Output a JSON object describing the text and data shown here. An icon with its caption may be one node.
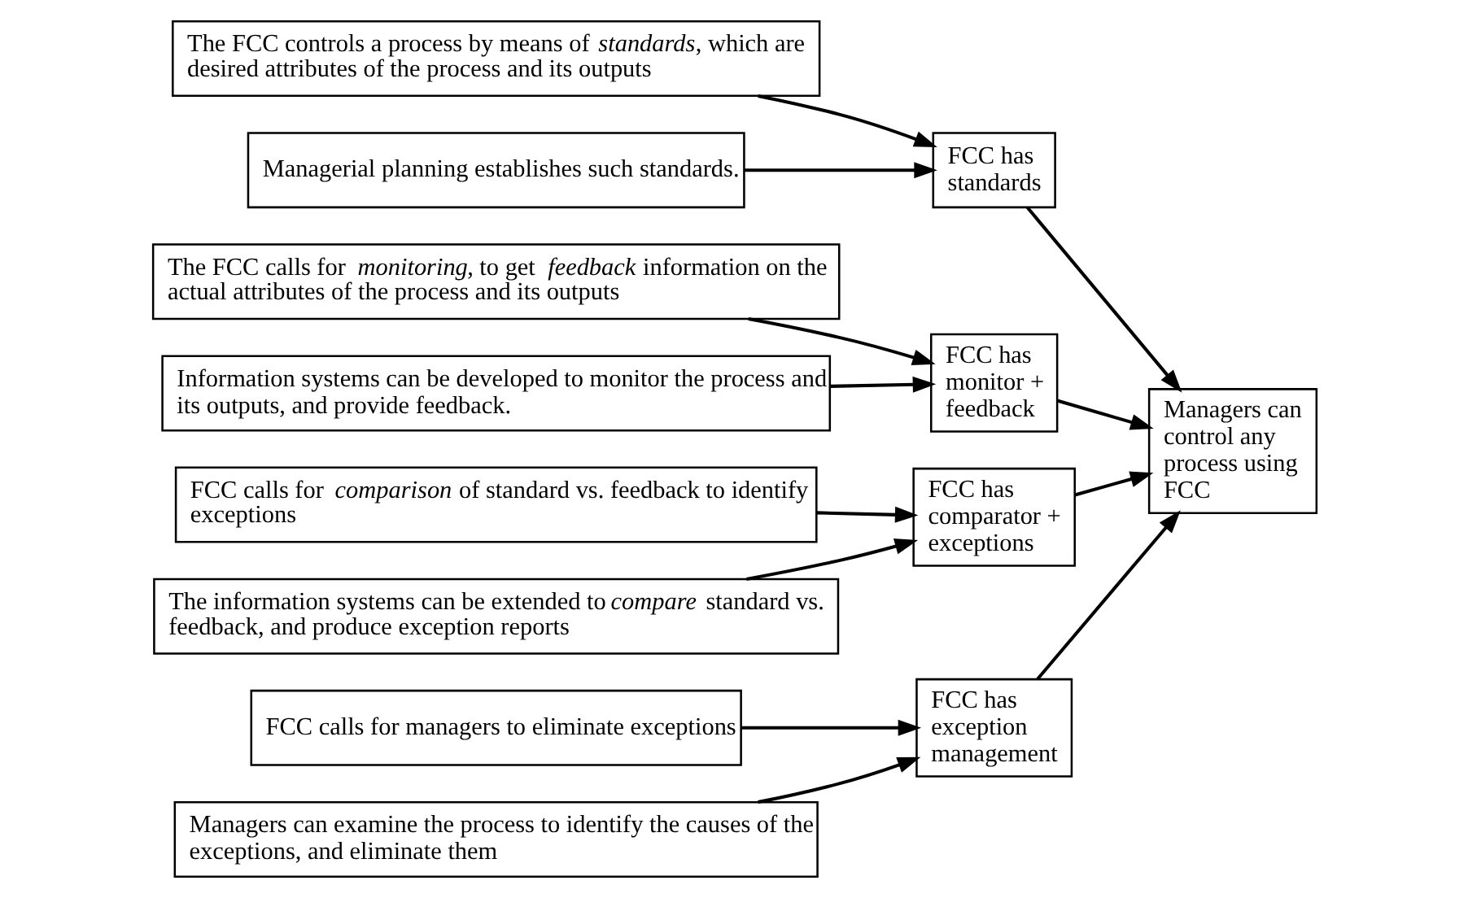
{
  "diagram": {
    "nodes": [
      {
        "text": [
          "The FCC controls a process by means of *standards*, which are desired attributes of the process and its outputs"
        ]
      },
      {
        "text": [
          "Managerial planning establishes such standards."
        ]
      },
      {
        "text": [
          "FCC has standards"
        ]
      },
      {
        "text": [
          "The FCC calls for *monitoring*, to get *feedback* information on the actual attributes of the process and its outputs"
        ]
      },
      {
        "text": [
          "Information systems can be developed to monitor the process and its outputs, and provide feedback."
        ]
      },
      {
        "text": [
          "FCC has monitor + feedback"
        ]
      },
      {
        "text": [
          "FCC calls for *comparison* of standard vs. feedback to identify exceptions"
        ]
      },
      {
        "text": [
          "The information systems can be extended to *compare* standard vs. feedback, and produce exception reports"
        ]
      },
      {
        "text": [
          "FCC has comparator + exceptions"
        ]
      },
      {
        "text": [
          "FCC calls for managers to eliminate exceptions"
        ]
      },
      {
        "text": [
          "Managers can examine the process to identify the causes of the exceptions, and eliminate them"
        ]
      },
      {
        "text": [
          "FCC has exception management"
        ]
      },
      {
        "text": [
          "Managers can control any process using FCC"
        ]
      }
    ],
    "edges": [
      {
        "from": 0,
        "to": 2,
        "arrow": "to"
      },
      {
        "from": 1,
        "to": 2,
        "arrow": "to"
      },
      {
        "from": 3,
        "to": 5,
        "arrow": "to"
      },
      {
        "from": 4,
        "to": 5,
        "arrow": "to"
      },
      {
        "from": 6,
        "to": 8,
        "arrow": "to"
      },
      {
        "from": 7,
        "to": 8,
        "arrow": "to"
      },
      {
        "from": 9,
        "to": 11,
        "arrow": "to"
      },
      {
        "from": 10,
        "to": 11,
        "arrow": "to"
      },
      {
        "from": 2,
        "to": 12,
        "arrow": "to"
      },
      {
        "from": 5,
        "to": 12,
        "arrow": "to"
      },
      {
        "from": 8,
        "to": 12,
        "arrow": "to"
      },
      {
        "from": 11,
        "to": 12,
        "arrow": "to"
      }
    ]
  }
}
